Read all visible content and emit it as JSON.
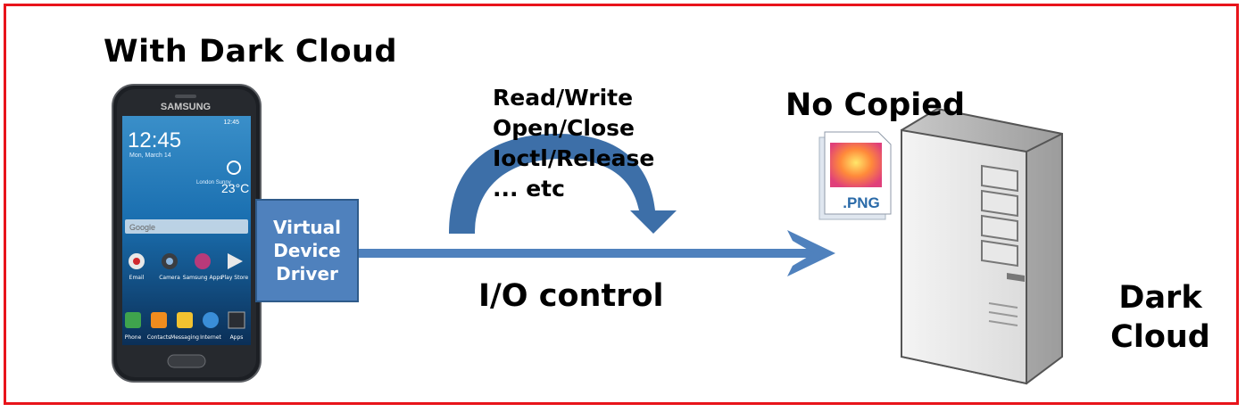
{
  "title": "With Dark Cloud",
  "phone": {
    "brand": "SAMSUNG",
    "status_time": "12:45",
    "clock": "12:45",
    "date": "Mon, March 14",
    "temperature": "23°C",
    "location": "London Sunny",
    "search_label": "Google",
    "apps_row1": [
      "Email",
      "Camera",
      "Samsung Apps",
      "Play Store"
    ],
    "dock": [
      "Phone",
      "Contacts",
      "Messaging",
      "Internet",
      "Apps"
    ]
  },
  "driver": {
    "line1": "Virtual",
    "line2": "Device",
    "line3": "Driver"
  },
  "operations": [
    "Read/Write",
    "Open/Close",
    "Ioctl/Release",
    "... etc"
  ],
  "io_label": "I/O control",
  "no_copied": "No Copied",
  "file_ext": ".PNG",
  "server_label_line1": "Dark",
  "server_label_line2": "Cloud",
  "colors": {
    "frame": "#e8141b",
    "arrow": "#4f81bd",
    "driver_box": "#4f81bd"
  }
}
